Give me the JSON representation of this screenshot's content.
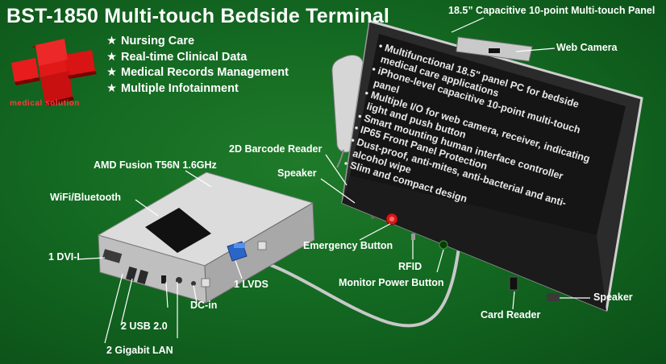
{
  "title": "BST-1850  Multi-touch Bedside Terminal",
  "features": [
    "Nursing Care",
    "Real-time Clinical Data",
    "Medical Records Management",
    "Multiple Infotainment"
  ],
  "logo_text": "medical solution",
  "screen_bullets": [
    "Multifunctional 18.5\" panel PC for bedside",
    "medical care applications",
    "iPhone-level capacitive 10-point multi-touch",
    "panel",
    "Multiple I/O for web camera, receiver, indicating",
    "light and push button",
    "Smart mounting human interface controller",
    "IP65 Front Panel Protection",
    "Dust-proof, anti-mites, anti-bacterial and anti-",
    "alcohol wipe",
    "Slim and compact design"
  ],
  "labels": {
    "panel": "18.5” Capacitive 10-point Multi-touch Panel",
    "web_camera": "Web Camera",
    "barcode": "2D Barcode Reader",
    "speaker_top": "Speaker",
    "emergency": "Emergency Button",
    "rfid": "RFID",
    "monitor_power": "Monitor Power Button",
    "card_reader": "Card Reader",
    "speaker_right": "Speaker",
    "cpu": "AMD Fusion T56N 1.6GHz",
    "wifi": "WiFi/Bluetooth",
    "dvi": "1 DVI-I",
    "usb": "2 USB 2.0",
    "lan": "2 Gigabit LAN",
    "dcin": "DC-in",
    "lvds": "1 LVDS"
  }
}
